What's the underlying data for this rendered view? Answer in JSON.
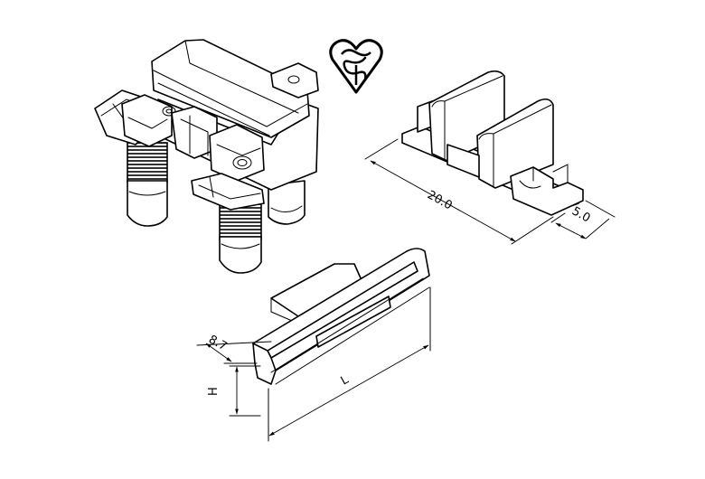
{
  "dimensions": {
    "length_top": "20.0",
    "width_top": "5.0",
    "depth_bottom": "8.7",
    "height_bottom": "H",
    "length_bottom": "L"
  },
  "marks": {
    "certification": "kitemark-icon"
  }
}
